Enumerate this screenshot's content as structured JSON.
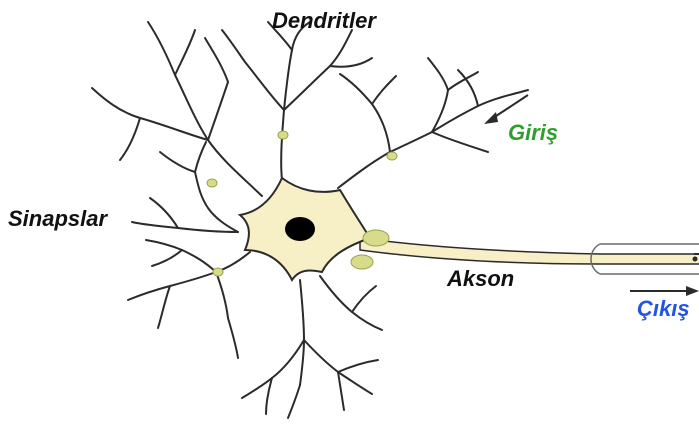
{
  "labels": {
    "dendrites": "Dendritler",
    "input": "Giriş",
    "synapses": "Sinapslar",
    "axon": "Akson",
    "output": "Çıkış"
  },
  "colors": {
    "line": "#2b2b2b",
    "soma": "#f7efc6",
    "nucleus": "#000000",
    "synapse": "#d6dc8a",
    "input_label": "#2e9e2e",
    "output_label": "#2255dd",
    "text": "#111111"
  }
}
